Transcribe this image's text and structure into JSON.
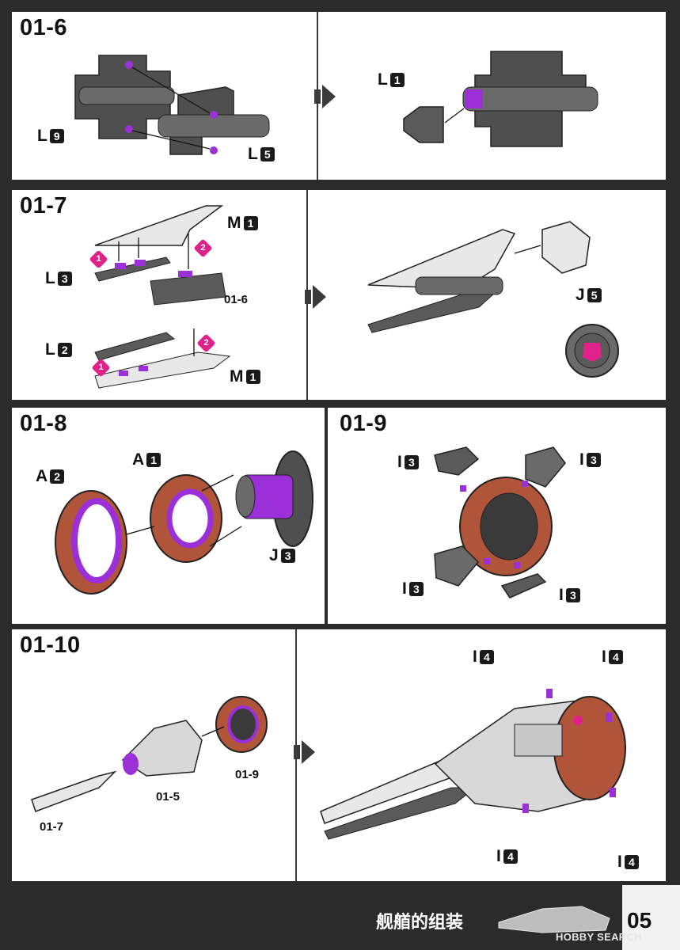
{
  "steps": {
    "s016": {
      "title": "01-6",
      "parts": [
        {
          "letter": "L",
          "num": "9"
        },
        {
          "letter": "L",
          "num": "5"
        },
        {
          "letter": "L",
          "num": "1"
        }
      ]
    },
    "s017": {
      "title": "01-7",
      "parts": [
        {
          "letter": "M",
          "num": "1"
        },
        {
          "letter": "L",
          "num": "3"
        },
        {
          "letter": "L",
          "num": "2"
        },
        {
          "letter": "M",
          "num": "1"
        },
        {
          "letter": "J",
          "num": "5"
        }
      ],
      "sub_ref": "01-6",
      "badges": [
        "1",
        "2",
        "1",
        "2"
      ]
    },
    "s018": {
      "title": "01-8",
      "parts": [
        {
          "letter": "A",
          "num": "2"
        },
        {
          "letter": "A",
          "num": "1"
        },
        {
          "letter": "J",
          "num": "3"
        }
      ]
    },
    "s019": {
      "title": "01-9",
      "parts": [
        {
          "letter": "I",
          "num": "3"
        },
        {
          "letter": "I",
          "num": "3"
        },
        {
          "letter": "I",
          "num": "3"
        },
        {
          "letter": "I",
          "num": "3"
        }
      ]
    },
    "s0110": {
      "title": "01-10",
      "sub_refs": [
        "01-9",
        "01-5",
        "01-7"
      ],
      "parts": [
        {
          "letter": "I",
          "num": "4"
        },
        {
          "letter": "I",
          "num": "4"
        },
        {
          "letter": "I",
          "num": "4"
        },
        {
          "letter": "I",
          "num": "4"
        }
      ]
    }
  },
  "footer": {
    "title": "舰艏的组装",
    "page_number": "05",
    "watermark": "HOBBY SEARCH"
  },
  "colors": {
    "background": "#2b2b2b",
    "panel": "#ffffff",
    "accent_purple": "#9b30d9",
    "accent_pink": "#e0218a",
    "part_gray": "#5a5a5a",
    "part_copper": "#b0553a"
  },
  "icons": [
    "step-arrow-icon",
    "number-badge-icon",
    "assembly-arrow-icon"
  ]
}
